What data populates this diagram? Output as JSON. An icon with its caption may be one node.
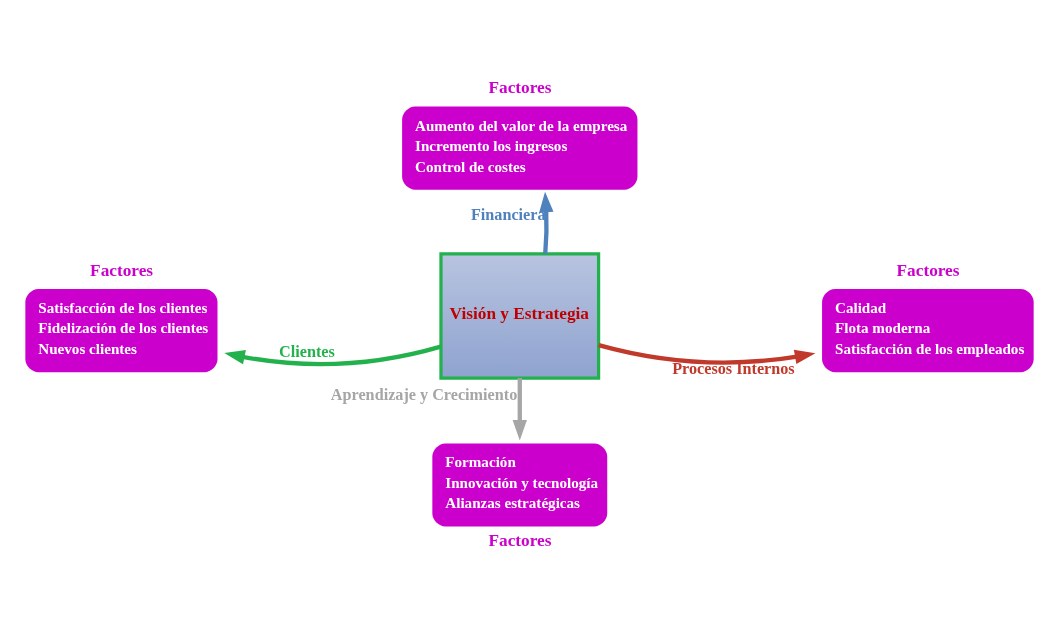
{
  "diagram": {
    "nodes": [
      {
        "text": [
          "Visión y Estrategia"
        ]
      },
      {
        "text": [
          "Factores",
          "Aumento del valor de la empresa",
          "Incremento los ingresos",
          "Control de costes"
        ]
      },
      {
        "text": [
          "Factores",
          "Satisfacción de los clientes",
          "Fidelización de los clientes",
          "Nuevos clientes"
        ]
      },
      {
        "text": [
          "Factores",
          "Calidad",
          "Flota moderna",
          "Satisfacción de los empleados"
        ]
      },
      {
        "text": [
          "Formación",
          "Innovación y tecnología",
          "Alianzas estratégicas",
          "Factores"
        ]
      }
    ],
    "edges": [
      {
        "from": 0,
        "to": 1,
        "arrow": "to",
        "label": "Financiera",
        "color": "#4f81bd"
      },
      {
        "from": 0,
        "to": 2,
        "arrow": "to",
        "label": "Clientes",
        "color": "#22b14c"
      },
      {
        "from": 0,
        "to": 3,
        "arrow": "to",
        "label": "Procesos Internos",
        "color": "#c0392b"
      },
      {
        "from": 0,
        "to": 4,
        "arrow": "to",
        "label": "Aprendizaje y Crecimiento",
        "color": "#a6a6a6"
      }
    ]
  }
}
